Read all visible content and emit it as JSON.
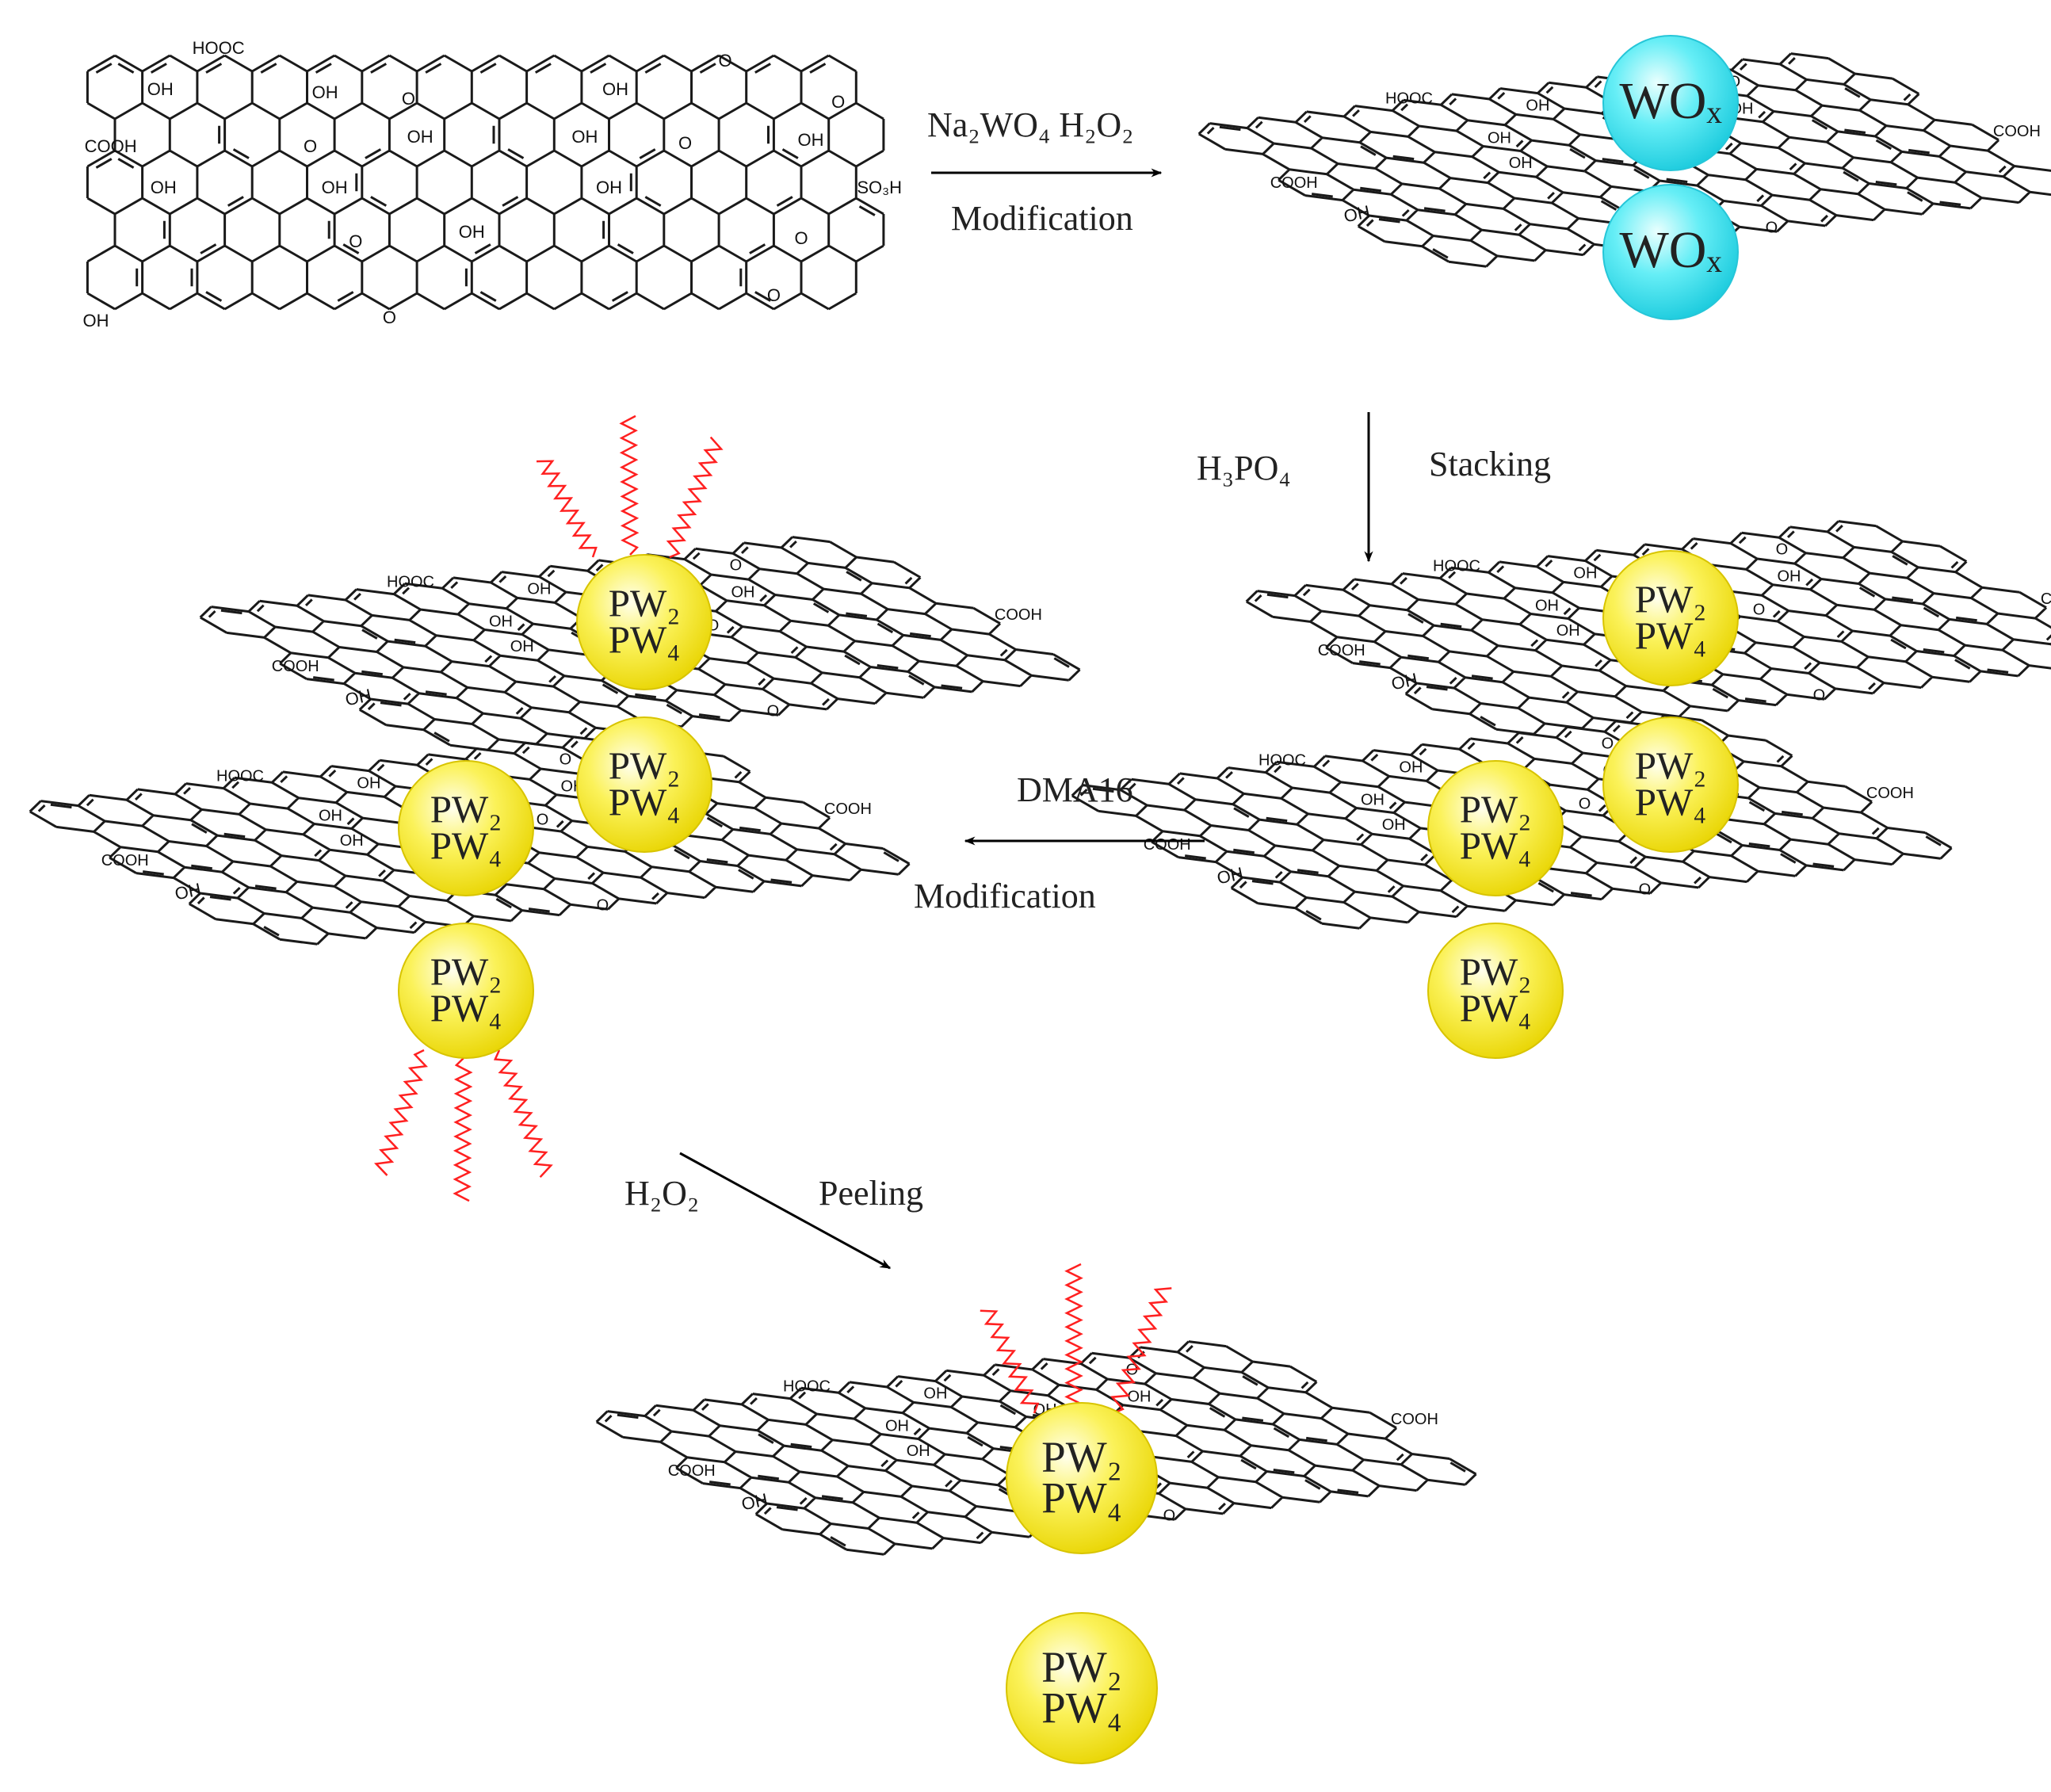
{
  "steps": {
    "step1": {
      "reagent": "Na₂WO₄  H₂O₂",
      "action": "Modification"
    },
    "step2": {
      "reagent": "H₃PO₄",
      "action": "Stacking"
    },
    "step3": {
      "reagent": "DMA16",
      "action": "Modification"
    },
    "step4": {
      "reagent": "H₂O₂",
      "action": "Peeling"
    }
  },
  "particles": {
    "wox": "WOₓ",
    "pw2": "PW₂",
    "pw4": "PW₄"
  },
  "groups": {
    "hooc": "HOOC",
    "cooh": "COOH",
    "oh": "OH",
    "o": "O",
    "so3h": "SO₃H"
  },
  "colors": {
    "wox_particle": "#33e0ef",
    "pw_particle": "#f5ea1f",
    "surfactant_tail": "#ff2020"
  }
}
